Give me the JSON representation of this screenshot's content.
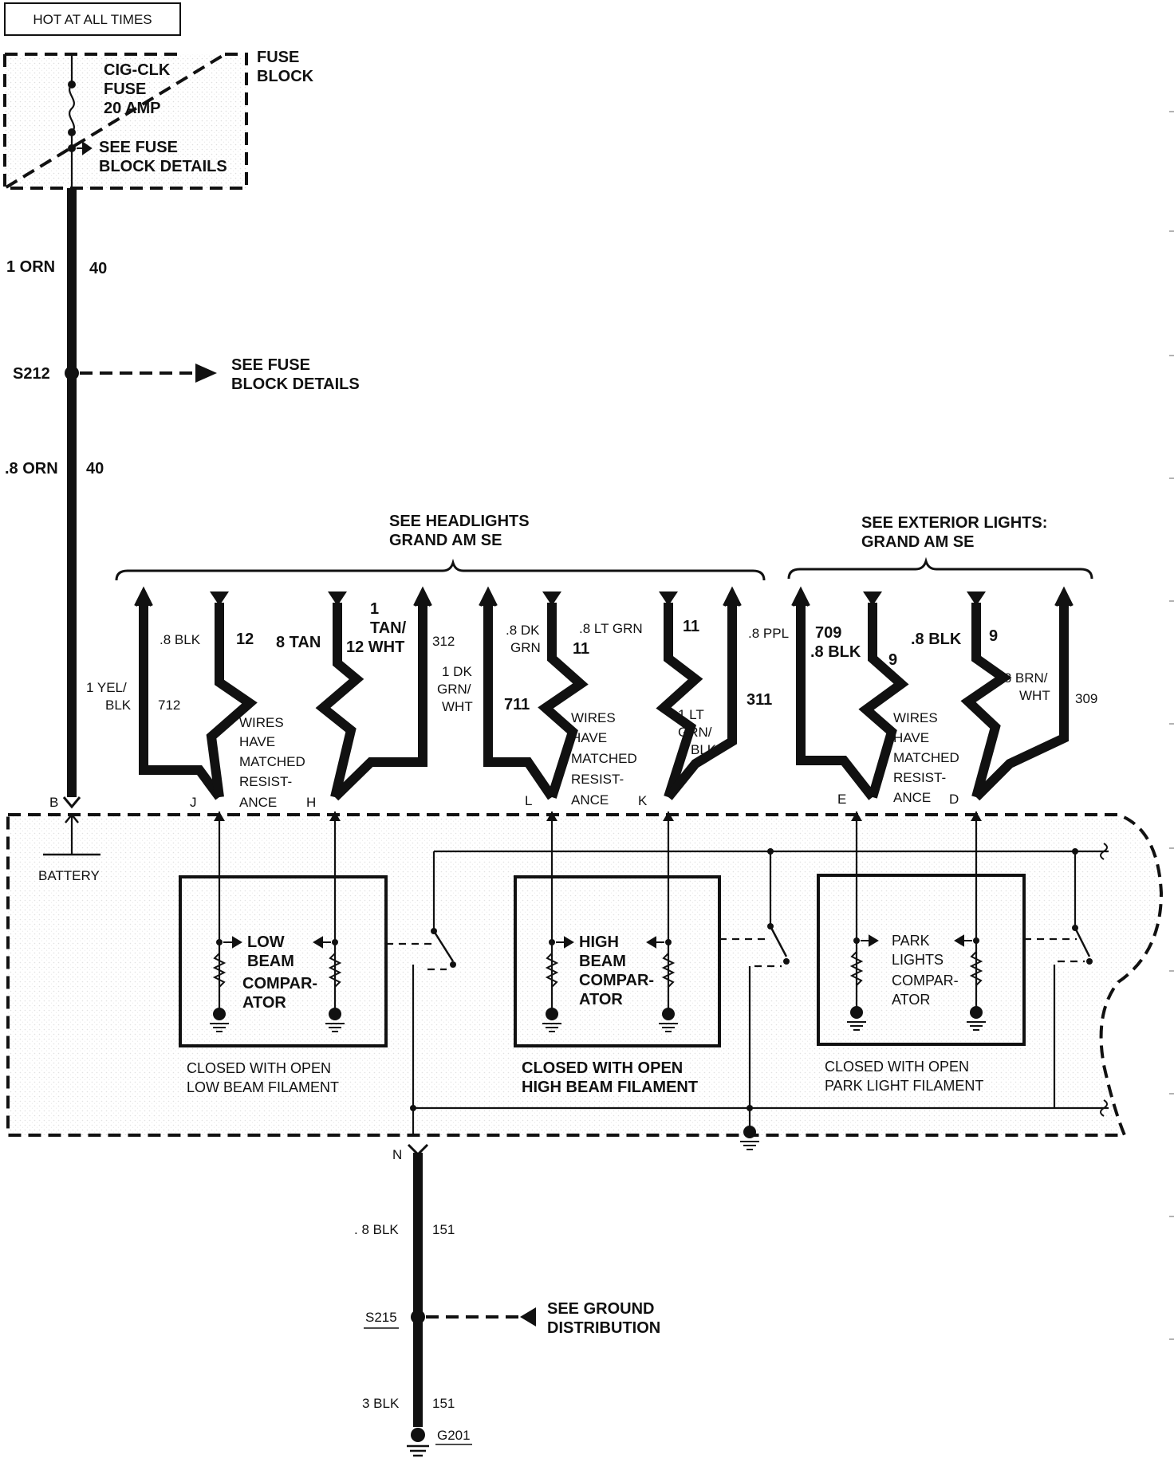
{
  "header": {
    "hot_label": "HOT AT ALL TIMES"
  },
  "fuse_block": {
    "fuse_name": [
      "CIG-CLK",
      "FUSE",
      "20 AMP"
    ],
    "block_label": [
      "FUSE",
      "BLOCK"
    ],
    "see_details": [
      "SEE FUSE",
      "BLOCK DETAILS"
    ]
  },
  "feed": {
    "wire1_label": "1 ORN",
    "wire1_circuit": "40",
    "splice_label": "S212",
    "splice_see": [
      "SEE FUSE",
      "BLOCK DETAILS"
    ],
    "wire2_label": ".8 ORN",
    "wire2_circuit": "40"
  },
  "references": {
    "headlights": [
      "SEE HEADLIGHTS",
      "GRAND AM SE"
    ],
    "exterior": [
      "SEE EXTERIOR LIGHTS:",
      "GRAND AM SE"
    ]
  },
  "wires": {
    "low_left_size": "1 YEL/",
    "low_left_color": "BLK",
    "low_left_circuit": "712",
    "low_mid_a": ".8 BLK",
    "low_mid_a_circuit": "12",
    "low_mid_b": "8 TAN",
    "low_right_a": "1",
    "low_right_b": "TAN/",
    "low_right_c": "12 WHT",
    "low_right_circuit": "312",
    "high_left_a": "1 DK",
    "high_left_b": "GRN/",
    "high_left_c": "WHT",
    "high_left_circuit": "711",
    "high_mid_a1": ".8 DK",
    "high_mid_a2": "GRN",
    "high_mid_a_circuit": "11",
    "high_mid_b": ".8 LT GRN",
    "high_mid_b_circuit": "11",
    "high_right_top": ".8 PPL",
    "high_right_a": "1 LT",
    "high_right_b": "GRN/",
    "high_right_c": "BLK",
    "high_right_circuit": "311",
    "park_left_circuit": "709",
    "park_left_color": ".8 BLK",
    "park_mid_a_circuit": "9",
    "park_mid_b": ".8 BLK",
    "park_mid_b_circuit": "9",
    "park_right_a": ".8 BRN/",
    "park_right_b": "WHT",
    "park_right_circuit": "309"
  },
  "notes": {
    "matched": [
      "WIRES",
      "HAVE",
      "MATCHED",
      "RESIST-",
      "ANCE"
    ]
  },
  "pins": {
    "b": "B",
    "j": "J",
    "h": "H",
    "l": "L",
    "k": "K",
    "e": "E",
    "d": "D",
    "n": "N"
  },
  "module": {
    "battery_label": "BATTERY",
    "low": {
      "title": [
        "LOW",
        "BEAM",
        "COMPAR-",
        "ATOR"
      ],
      "caption": [
        "CLOSED WITH OPEN",
        "LOW BEAM FILAMENT"
      ]
    },
    "high": {
      "title": [
        "HIGH",
        "BEAM",
        "COMPAR-",
        "ATOR"
      ],
      "caption": [
        "CLOSED WITH OPEN",
        "HIGH BEAM FILAMENT"
      ]
    },
    "park": {
      "title": [
        "PARK",
        "LIGHTS",
        "COMPAR-",
        "ATOR"
      ],
      "caption": [
        "CLOSED WITH OPEN",
        "PARK LIGHT FILAMENT"
      ]
    }
  },
  "ground": {
    "wire1_label": ". 8 BLK",
    "wire1_circuit": "151",
    "splice_label": "S215",
    "splice_see": [
      "SEE GROUND",
      "DISTRIBUTION"
    ],
    "wire2_label": "3 BLK",
    "wire2_circuit": "151",
    "ground_label": "G201"
  }
}
